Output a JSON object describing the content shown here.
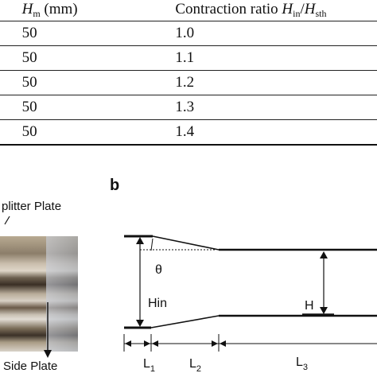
{
  "table": {
    "headers": [
      {
        "main": "H",
        "sub": "m",
        "tail": " (mm)"
      },
      {
        "lead": "Contraction ratio ",
        "a": "H",
        "a_sub": "in",
        "slash": "/",
        "b": "H",
        "b_sub": "sth"
      }
    ],
    "rows": [
      {
        "hm": "50",
        "ratio": "1.0"
      },
      {
        "hm": "50",
        "ratio": "1.1"
      },
      {
        "hm": "50",
        "ratio": "1.2"
      },
      {
        "hm": "50",
        "ratio": "1.3"
      },
      {
        "hm": "50",
        "ratio": "1.4"
      }
    ]
  },
  "photo_panel": {
    "top_label": "plitter Plate",
    "bottom_label": "Side Plate"
  },
  "diagram_panel": {
    "letter": "b",
    "theta": "θ",
    "hin": "Hin",
    "h": "H",
    "l1": "L",
    "l1_sub": "1",
    "l2": "L",
    "l2_sub": "2",
    "l3": "L",
    "l3_sub": "3"
  }
}
